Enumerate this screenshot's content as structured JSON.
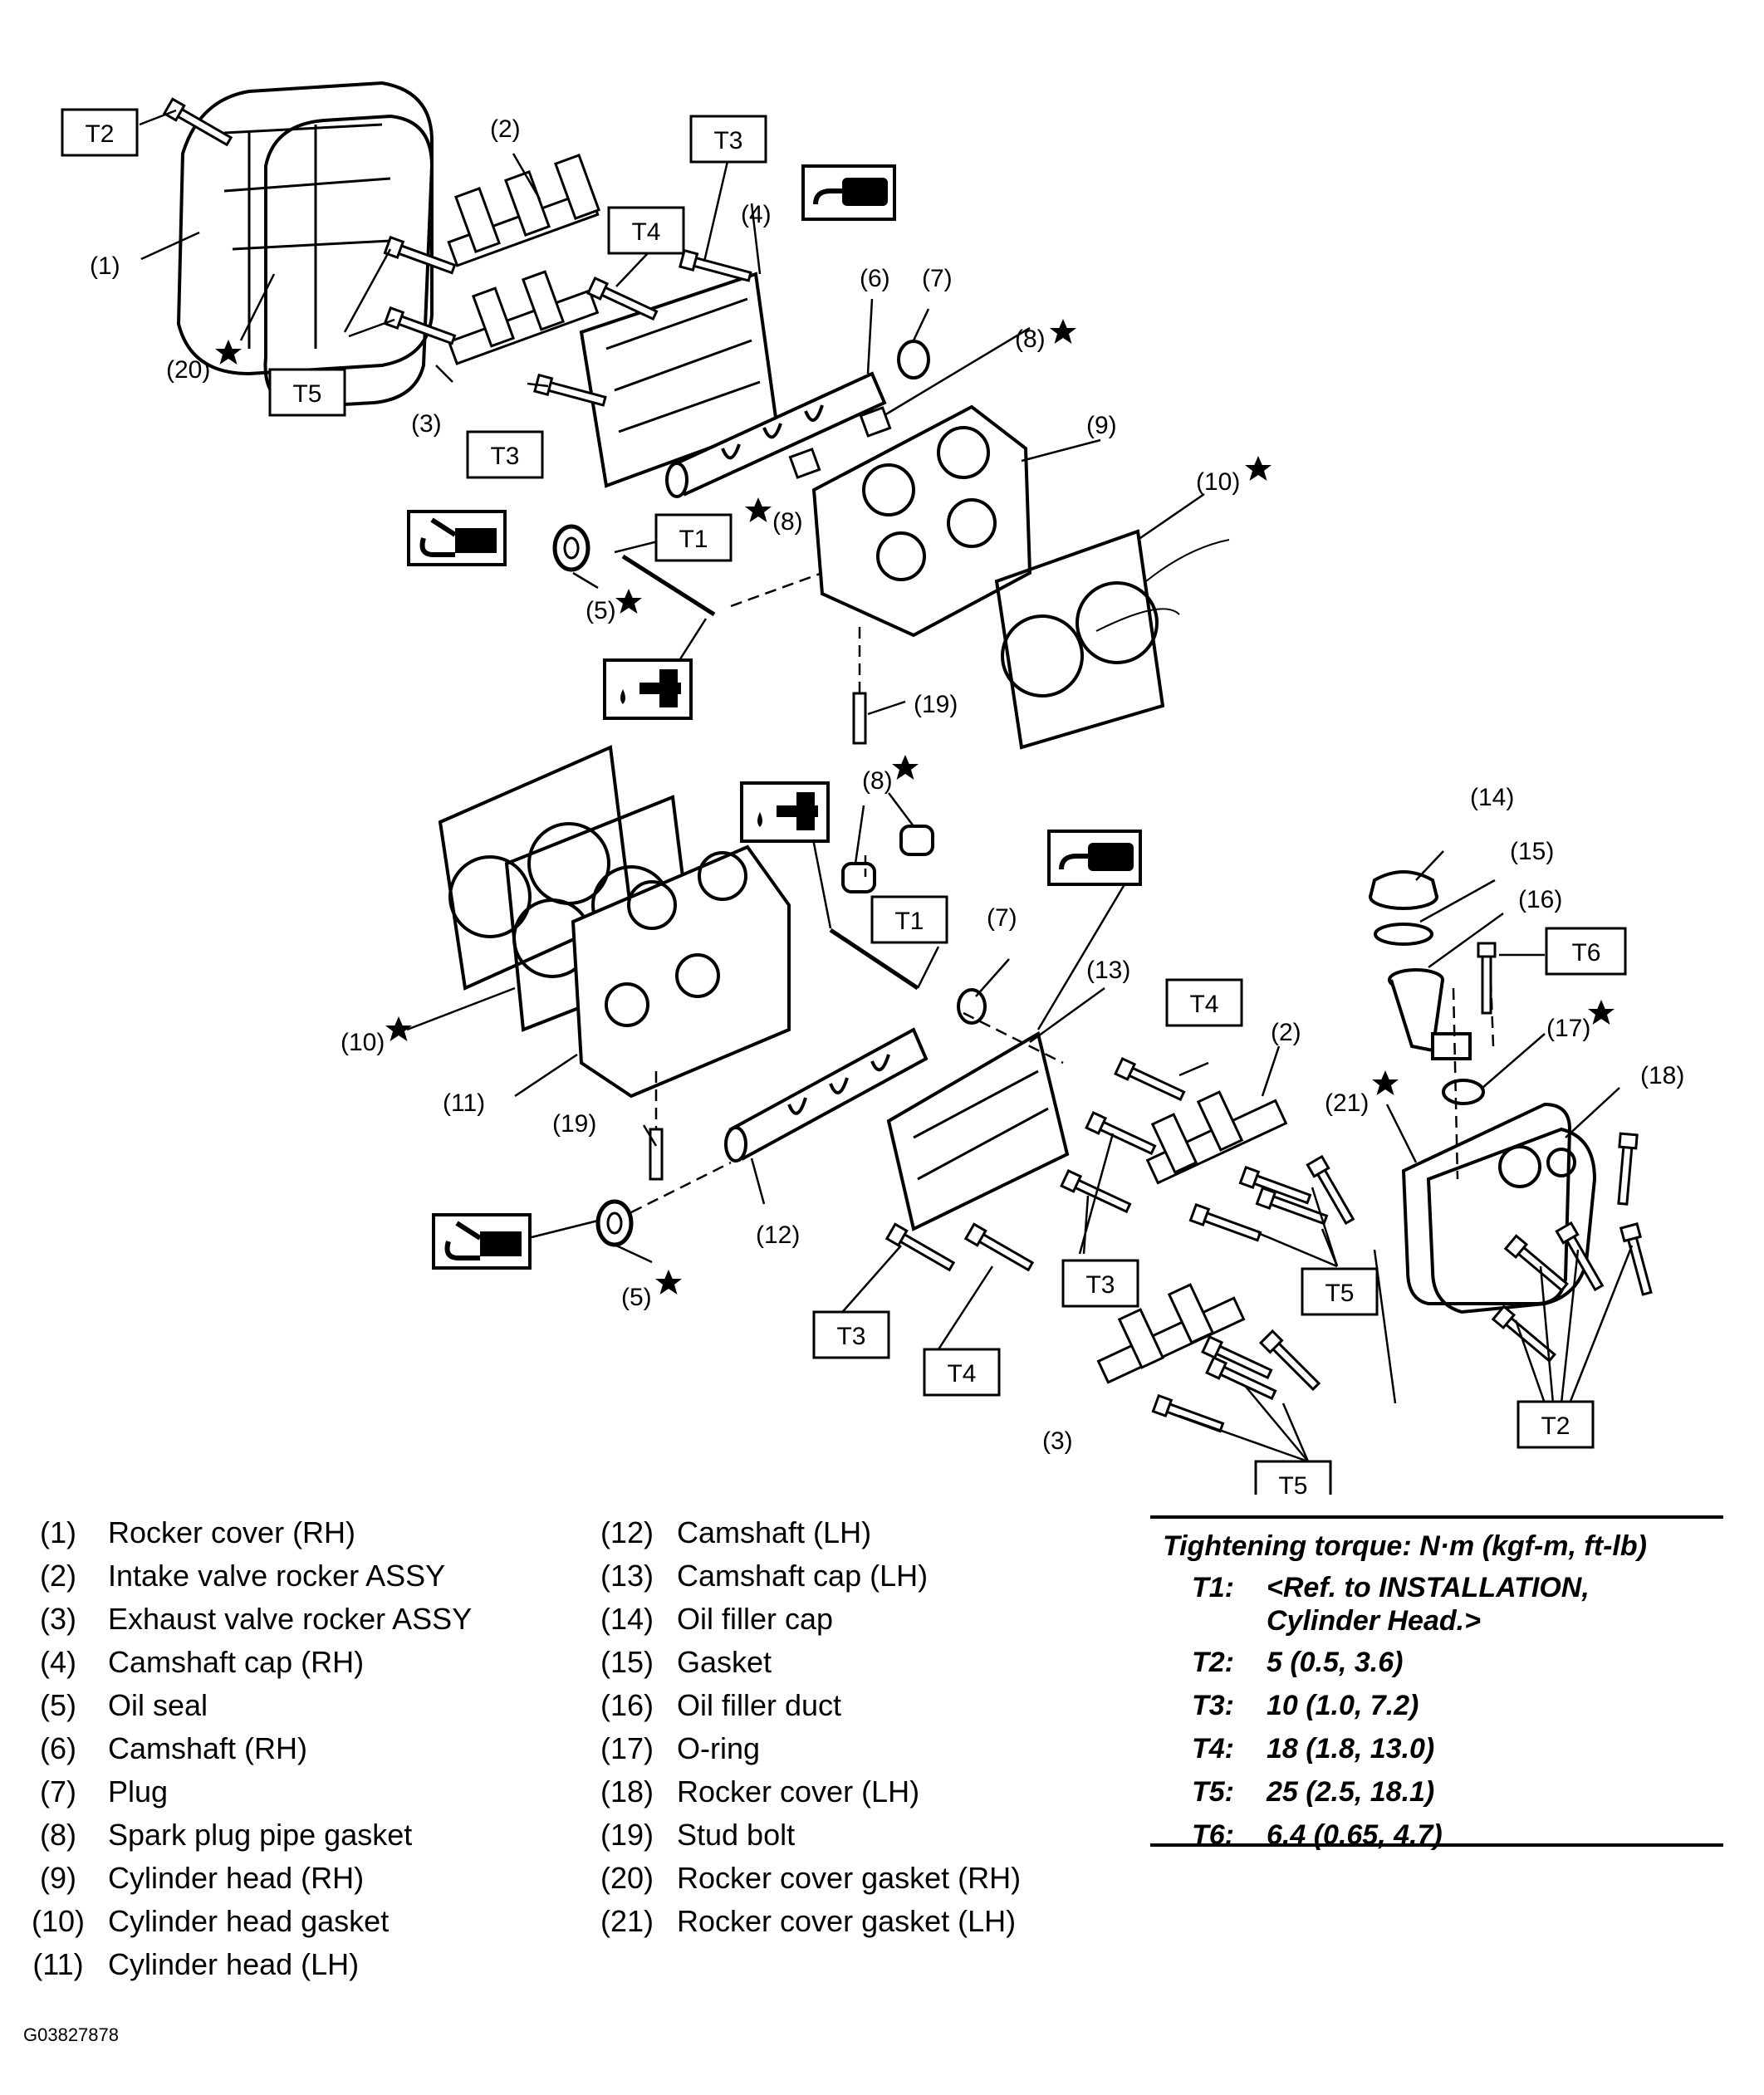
{
  "figure_id": "G03827878",
  "callouts": {
    "c1": "(1)",
    "c2": "(2)",
    "c3": "(3)",
    "c4": "(4)",
    "c5": "(5)",
    "c6": "(6)",
    "c7": "(7)",
    "c8": "(8)",
    "c9": "(9)",
    "c10": "(10)",
    "c11": "(11)",
    "c12": "(12)",
    "c13": "(13)",
    "c14": "(14)",
    "c15": "(15)",
    "c16": "(16)",
    "c17": "(17)",
    "c18": "(18)",
    "c19": "(19)",
    "c20": "(20)",
    "c21": "(21)"
  },
  "torque_codes": {
    "t1": "T1",
    "t2": "T2",
    "t3": "T3",
    "t4": "T4",
    "t5": "T5",
    "t6": "T6"
  },
  "legend_left": [
    {
      "num": "(1)",
      "label": "Rocker cover (RH)"
    },
    {
      "num": "(2)",
      "label": "Intake valve rocker ASSY"
    },
    {
      "num": "(3)",
      "label": "Exhaust valve rocker ASSY"
    },
    {
      "num": "(4)",
      "label": "Camshaft cap (RH)"
    },
    {
      "num": "(5)",
      "label": "Oil seal"
    },
    {
      "num": "(6)",
      "label": "Camshaft (RH)"
    },
    {
      "num": "(7)",
      "label": "Plug"
    },
    {
      "num": "(8)",
      "label": "Spark plug pipe gasket"
    },
    {
      "num": "(9)",
      "label": "Cylinder head (RH)"
    },
    {
      "num": "(10)",
      "label": "Cylinder head gasket"
    },
    {
      "num": "(11)",
      "label": "Cylinder head (LH)"
    }
  ],
  "legend_mid": [
    {
      "num": "(12)",
      "label": "Camshaft (LH)"
    },
    {
      "num": "(13)",
      "label": "Camshaft cap (LH)"
    },
    {
      "num": "(14)",
      "label": "Oil filler cap"
    },
    {
      "num": "(15)",
      "label": "Gasket"
    },
    {
      "num": "(16)",
      "label": "Oil filler duct"
    },
    {
      "num": "(17)",
      "label": "O-ring"
    },
    {
      "num": "(18)",
      "label": "Rocker cover (LH)"
    },
    {
      "num": "(19)",
      "label": "Stud bolt"
    },
    {
      "num": "(20)",
      "label": "Rocker cover gasket (RH)"
    },
    {
      "num": "(21)",
      "label": "Rocker cover gasket (LH)"
    }
  ],
  "torque": {
    "heading": "Tightening torque: N·m (kgf-m, ft-lb)",
    "rows": [
      {
        "code": "T1:",
        "value": "<Ref. to INSTALLATION,",
        "value2": "Cylinder Head.>"
      },
      {
        "code": "T2:",
        "value": "5 (0.5, 3.6)"
      },
      {
        "code": "T3:",
        "value": "10 (1.0, 7.2)"
      },
      {
        "code": "T4:",
        "value": "18 (1.8, 13.0)"
      },
      {
        "code": "T5:",
        "value": "25 (2.5, 18.1)"
      },
      {
        "code": "T6:",
        "value": "6.4 (0.65, 4.7)"
      }
    ]
  },
  "icons": [
    "sealant-icon",
    "oil-can-icon",
    "oil-drop-icon",
    "new-part-star-icon"
  ]
}
